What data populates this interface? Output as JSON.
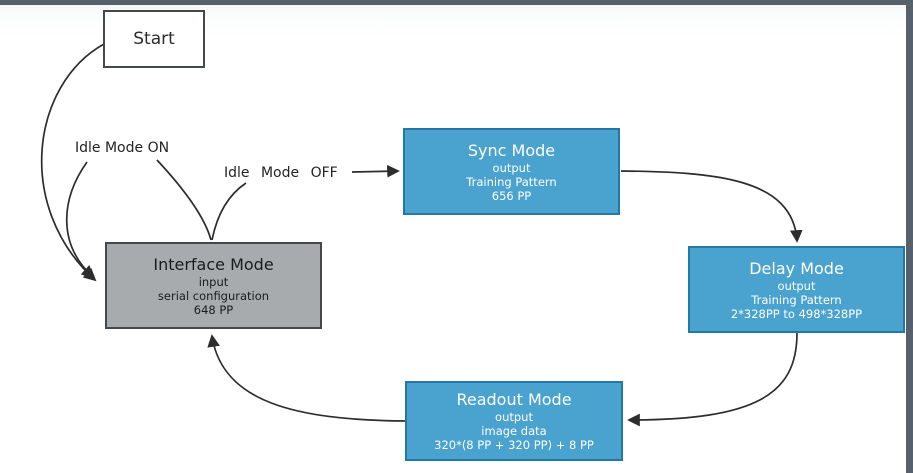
{
  "figure": {
    "type": "state-diagram"
  },
  "page": {
    "top_border_color": "#57616c",
    "right_border_color": "#57616c",
    "background": "#ffffff"
  },
  "colors": {
    "mode_box_fill": "#4aa2ce",
    "mode_box_border": "#2478a8",
    "mode_box_text": "#ffffff",
    "interface_box_fill": "#a8abae",
    "interface_box_border": "#45484b",
    "start_box_fill": "#ffffff",
    "arrow_color": "#2d2d2d",
    "label_text_color": "#242424"
  },
  "nodes": {
    "start": {
      "label": "Start"
    },
    "interface_mode": {
      "title": "Interface Mode",
      "lines": [
        "input",
        "serial configuration",
        "648 PP"
      ]
    },
    "sync_mode": {
      "title": "Sync Mode",
      "lines": [
        "output",
        "Training Pattern",
        "656 PP"
      ]
    },
    "delay_mode": {
      "title": "Delay Mode",
      "lines": [
        "output",
        "Training Pattern",
        "2*328PP to 498*328PP"
      ]
    },
    "readout_mode": {
      "title": "Readout Mode",
      "lines": [
        "output",
        "image data",
        "320*(8 PP + 320 PP) + 8 PP"
      ]
    }
  },
  "edges": [
    {
      "from": "Start",
      "to": "Interface Mode",
      "label": ""
    },
    {
      "from": "Interface Mode",
      "to": "Interface Mode",
      "label": "Idle Mode ON"
    },
    {
      "from": "Interface Mode",
      "to": "Sync Mode",
      "label": "Idle Mode OFF"
    },
    {
      "from": "Sync Mode",
      "to": "Delay Mode",
      "label": ""
    },
    {
      "from": "Delay Mode",
      "to": "Readout Mode",
      "label": ""
    },
    {
      "from": "Readout Mode",
      "to": "Interface Mode",
      "label": ""
    }
  ]
}
